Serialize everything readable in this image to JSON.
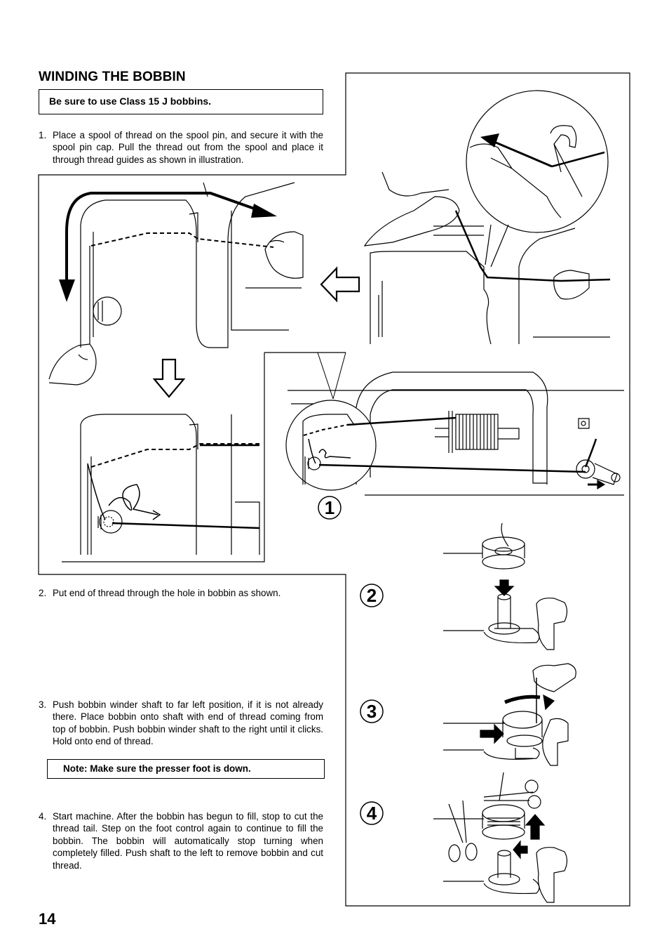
{
  "title": "WINDING THE BOBBIN",
  "note_bobbins": "Be sure to use Class 15 J bobbins.",
  "steps": [
    {
      "num": "1.",
      "text": "Place a spool of thread on the spool pin, and secure it with the spool pin cap. Pull the thread out from the spool and place it through thread guides as shown in illustration."
    },
    {
      "num": "2.",
      "text": "Put end of thread through the hole in bobbin as shown."
    },
    {
      "num": "3.",
      "text": "Push bobbin winder shaft to far left position, if it is not already there. Place bobbin onto shaft with end of thread coming from top of bobbin. Push bobbin winder shaft to the right until it clicks. Hold onto end of thread."
    },
    {
      "num": "4.",
      "text": "Start machine. After the bobbin has begun to fill, stop to cut the thread tail. Step on the foot control again to continue to fill the bobbin. The bobbin will automatically stop turning when completely filled. Push shaft to the left to remove bobbin and cut thread."
    }
  ],
  "note_presser": "Note: Make sure the presser foot is down.",
  "figure_labels": [
    "1",
    "2",
    "3",
    "4"
  ],
  "page_number": "14"
}
